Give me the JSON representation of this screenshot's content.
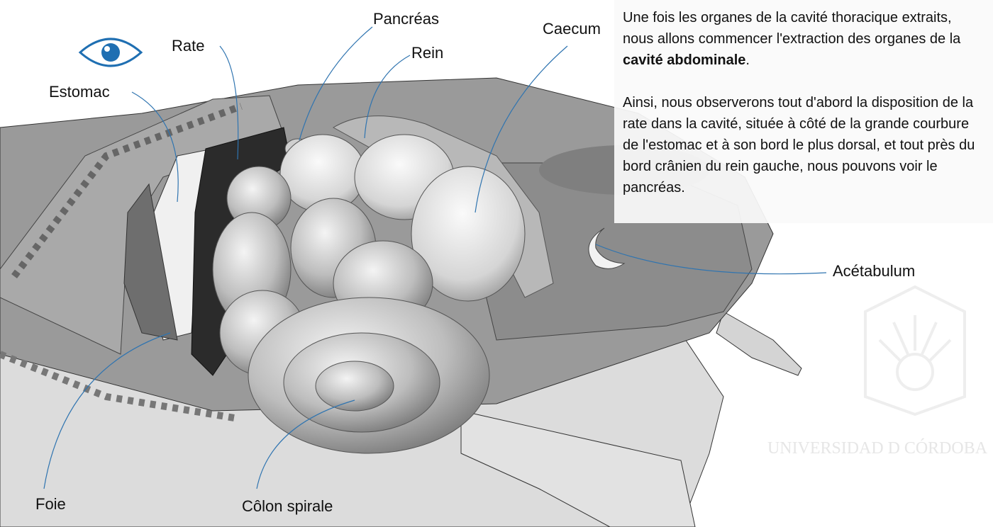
{
  "labels": {
    "rate": "Rate",
    "pancreas": "Pancréas",
    "rein": "Rein",
    "caecum": "Caecum",
    "estomac": "Estomac",
    "acetabulum": "Acétabulum",
    "foie": "Foie",
    "colon": "Côlon spirale"
  },
  "panel": {
    "p1_before": "Une fois les organes de la cavité thoracique extraits, nous allons commencer l'extraction des organes de la ",
    "p1_bold": "cavité abdominale",
    "p1_after": ".",
    "p2": "Ainsi, nous observerons tout d'abord la disposition de la rate dans la cavité, située à côté de la grande courbure de l'estomac et à son bord le plus dorsal, et tout près du bord crânien du rein gauche, nous pouvons voir le pancréas."
  },
  "watermark": "UNIVERSIDAD D CÓRDOBA",
  "colors": {
    "leader": "#2f74b0",
    "eye": "#1f6fb2"
  },
  "icons": {
    "toggle": "eye-icon"
  }
}
